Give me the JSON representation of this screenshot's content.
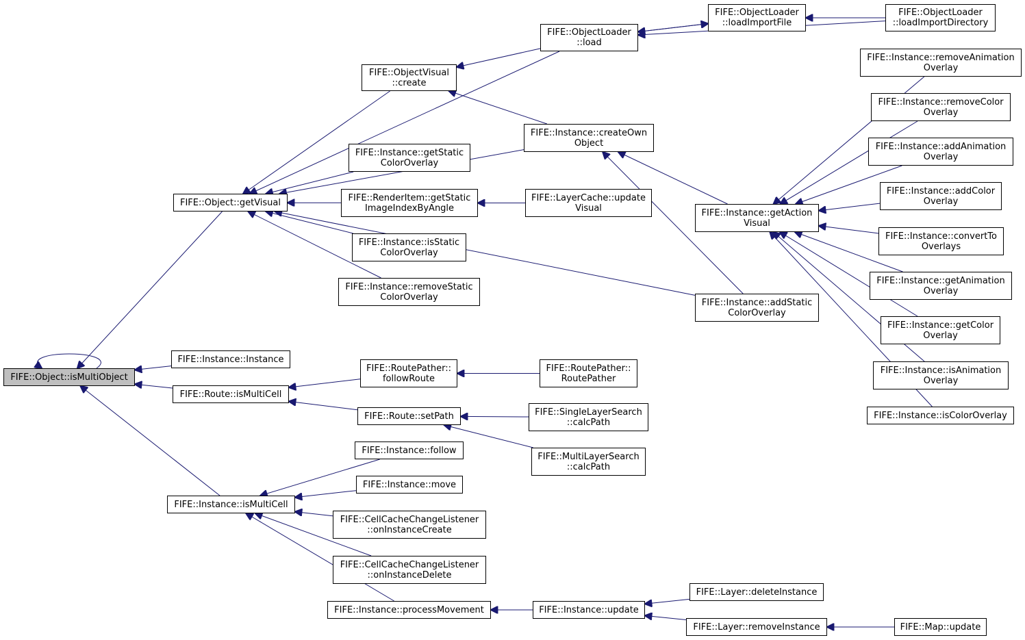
{
  "edge_color": "#191970",
  "root_fill": "#bfbfbf",
  "nodes": {
    "root": {
      "l1": "FIFE::Object::isMultiObject",
      "l2": ""
    },
    "getVisual": {
      "l1": "FIFE::Object::getVisual",
      "l2": ""
    },
    "instanceCtor": {
      "l1": "FIFE::Instance::Instance",
      "l2": ""
    },
    "routeIsMultiCell": {
      "l1": "FIFE::Route::isMultiCell",
      "l2": ""
    },
    "instIsMultiCell": {
      "l1": "FIFE::Instance::isMultiCell",
      "l2": ""
    },
    "ovCreate": {
      "l1": "FIFE::ObjectVisual",
      "l2": "::create"
    },
    "getStaticColorOverlay": {
      "l1": "FIFE::Instance::getStatic",
      "l2": "ColorOverlay"
    },
    "getStaticImageIndex": {
      "l1": "FIFE::RenderItem::getStatic",
      "l2": "ImageIndexByAngle"
    },
    "isStaticColorOverlay": {
      "l1": "FIFE::Instance::isStatic",
      "l2": "ColorOverlay"
    },
    "removeStaticColorOverlay": {
      "l1": "FIFE::Instance::removeStatic",
      "l2": "ColorOverlay"
    },
    "olLoad": {
      "l1": "FIFE::ObjectLoader",
      "l2": "::load"
    },
    "olLoadImportFile": {
      "l1": "FIFE::ObjectLoader",
      "l2": "::loadImportFile"
    },
    "olLoadImportDirectory": {
      "l1": "FIFE::ObjectLoader",
      "l2": "::loadImportDirectory"
    },
    "createOwnObject": {
      "l1": "FIFE::Instance::createOwn",
      "l2": "Object"
    },
    "layerCacheUpdateVisual": {
      "l1": "FIFE::LayerCache::update",
      "l2": "Visual"
    },
    "getActionVisual": {
      "l1": "FIFE::Instance::getAction",
      "l2": "Visual"
    },
    "addStaticColorOverlay": {
      "l1": "FIFE::Instance::addStatic",
      "l2": "ColorOverlay"
    },
    "removeAnimationOverlay": {
      "l1": "FIFE::Instance::removeAnimation",
      "l2": "Overlay"
    },
    "removeColorOverlay": {
      "l1": "FIFE::Instance::removeColor",
      "l2": "Overlay"
    },
    "addAnimationOverlay": {
      "l1": "FIFE::Instance::addAnimation",
      "l2": "Overlay"
    },
    "addColorOverlay": {
      "l1": "FIFE::Instance::addColor",
      "l2": "Overlay"
    },
    "convertToOverlays": {
      "l1": "FIFE::Instance::convertTo",
      "l2": "Overlays"
    },
    "getAnimationOverlay": {
      "l1": "FIFE::Instance::getAnimation",
      "l2": "Overlay"
    },
    "getColorOverlay": {
      "l1": "FIFE::Instance::getColor",
      "l2": "Overlay"
    },
    "isAnimationOverlay": {
      "l1": "FIFE::Instance::isAnimation",
      "l2": "Overlay"
    },
    "isColorOverlay": {
      "l1": "FIFE::Instance::isColorOverlay",
      "l2": ""
    },
    "followRoute": {
      "l1": "FIFE::RoutePather::",
      "l2": "followRoute"
    },
    "routePatherCtor": {
      "l1": "FIFE::RoutePather::",
      "l2": "RoutePather"
    },
    "setPath": {
      "l1": "FIFE::Route::setPath",
      "l2": ""
    },
    "singleLayerCalcPath": {
      "l1": "FIFE::SingleLayerSearch",
      "l2": "::calcPath"
    },
    "multiLayerCalcPath": {
      "l1": "FIFE::MultiLayerSearch",
      "l2": "::calcPath"
    },
    "follow": {
      "l1": "FIFE::Instance::follow",
      "l2": ""
    },
    "move": {
      "l1": "FIFE::Instance::move",
      "l2": ""
    },
    "onInstanceCreate": {
      "l1": "FIFE::CellCacheChangeListener",
      "l2": "::onInstanceCreate"
    },
    "onInstanceDelete": {
      "l1": "FIFE::CellCacheChangeListener",
      "l2": "::onInstanceDelete"
    },
    "processMovement": {
      "l1": "FIFE::Instance::processMovement",
      "l2": ""
    },
    "instanceUpdate": {
      "l1": "FIFE::Instance::update",
      "l2": ""
    },
    "deleteInstance": {
      "l1": "FIFE::Layer::deleteInstance",
      "l2": ""
    },
    "removeInstance": {
      "l1": "FIFE::Layer::removeInstance",
      "l2": ""
    },
    "mapUpdate": {
      "l1": "FIFE::Map::update",
      "l2": ""
    }
  },
  "edges": [
    {
      "from": "root",
      "to": "root"
    },
    {
      "from": "getVisual",
      "to": "root"
    },
    {
      "from": "instanceCtor",
      "to": "root"
    },
    {
      "from": "routeIsMultiCell",
      "to": "root"
    },
    {
      "from": "instIsMultiCell",
      "to": "root"
    },
    {
      "from": "olLoad",
      "to": "getVisual"
    },
    {
      "from": "ovCreate",
      "to": "getVisual"
    },
    {
      "from": "createOwnObject",
      "to": "getVisual"
    },
    {
      "from": "getStaticColorOverlay",
      "to": "getVisual"
    },
    {
      "from": "getStaticImageIndex",
      "to": "getVisual"
    },
    {
      "from": "isStaticColorOverlay",
      "to": "getVisual"
    },
    {
      "from": "removeStaticColorOverlay",
      "to": "getVisual"
    },
    {
      "from": "addStaticColorOverlay",
      "to": "getVisual"
    },
    {
      "from": "olLoad",
      "to": "ovCreate"
    },
    {
      "from": "createOwnObject",
      "to": "ovCreate"
    },
    {
      "from": "olLoadImportFile",
      "to": "olLoad"
    },
    {
      "from": "olLoadImportDirectory",
      "to": "olLoad"
    },
    {
      "from": "olLoad",
      "to": "olLoadImportFile"
    },
    {
      "from": "olLoadImportDirectory",
      "to": "olLoadImportFile"
    },
    {
      "from": "getActionVisual",
      "to": "createOwnObject"
    },
    {
      "from": "addStaticColorOverlay",
      "to": "createOwnObject"
    },
    {
      "from": "layerCacheUpdateVisual",
      "to": "getStaticImageIndex"
    },
    {
      "from": "removeAnimationOverlay",
      "to": "getActionVisual"
    },
    {
      "from": "removeColorOverlay",
      "to": "getActionVisual"
    },
    {
      "from": "addAnimationOverlay",
      "to": "getActionVisual"
    },
    {
      "from": "addColorOverlay",
      "to": "getActionVisual"
    },
    {
      "from": "convertToOverlays",
      "to": "getActionVisual"
    },
    {
      "from": "getAnimationOverlay",
      "to": "getActionVisual"
    },
    {
      "from": "getColorOverlay",
      "to": "getActionVisual"
    },
    {
      "from": "isAnimationOverlay",
      "to": "getActionVisual"
    },
    {
      "from": "isColorOverlay",
      "to": "getActionVisual"
    },
    {
      "from": "followRoute",
      "to": "routeIsMultiCell"
    },
    {
      "from": "setPath",
      "to": "routeIsMultiCell"
    },
    {
      "from": "routePatherCtor",
      "to": "followRoute"
    },
    {
      "from": "singleLayerCalcPath",
      "to": "setPath"
    },
    {
      "from": "multiLayerCalcPath",
      "to": "setPath"
    },
    {
      "from": "follow",
      "to": "instIsMultiCell"
    },
    {
      "from": "move",
      "to": "instIsMultiCell"
    },
    {
      "from": "onInstanceCreate",
      "to": "instIsMultiCell"
    },
    {
      "from": "onInstanceDelete",
      "to": "instIsMultiCell"
    },
    {
      "from": "processMovement",
      "to": "instIsMultiCell"
    },
    {
      "from": "instanceUpdate",
      "to": "processMovement"
    },
    {
      "from": "deleteInstance",
      "to": "instanceUpdate"
    },
    {
      "from": "removeInstance",
      "to": "instanceUpdate"
    },
    {
      "from": "mapUpdate",
      "to": "removeInstance"
    }
  ]
}
